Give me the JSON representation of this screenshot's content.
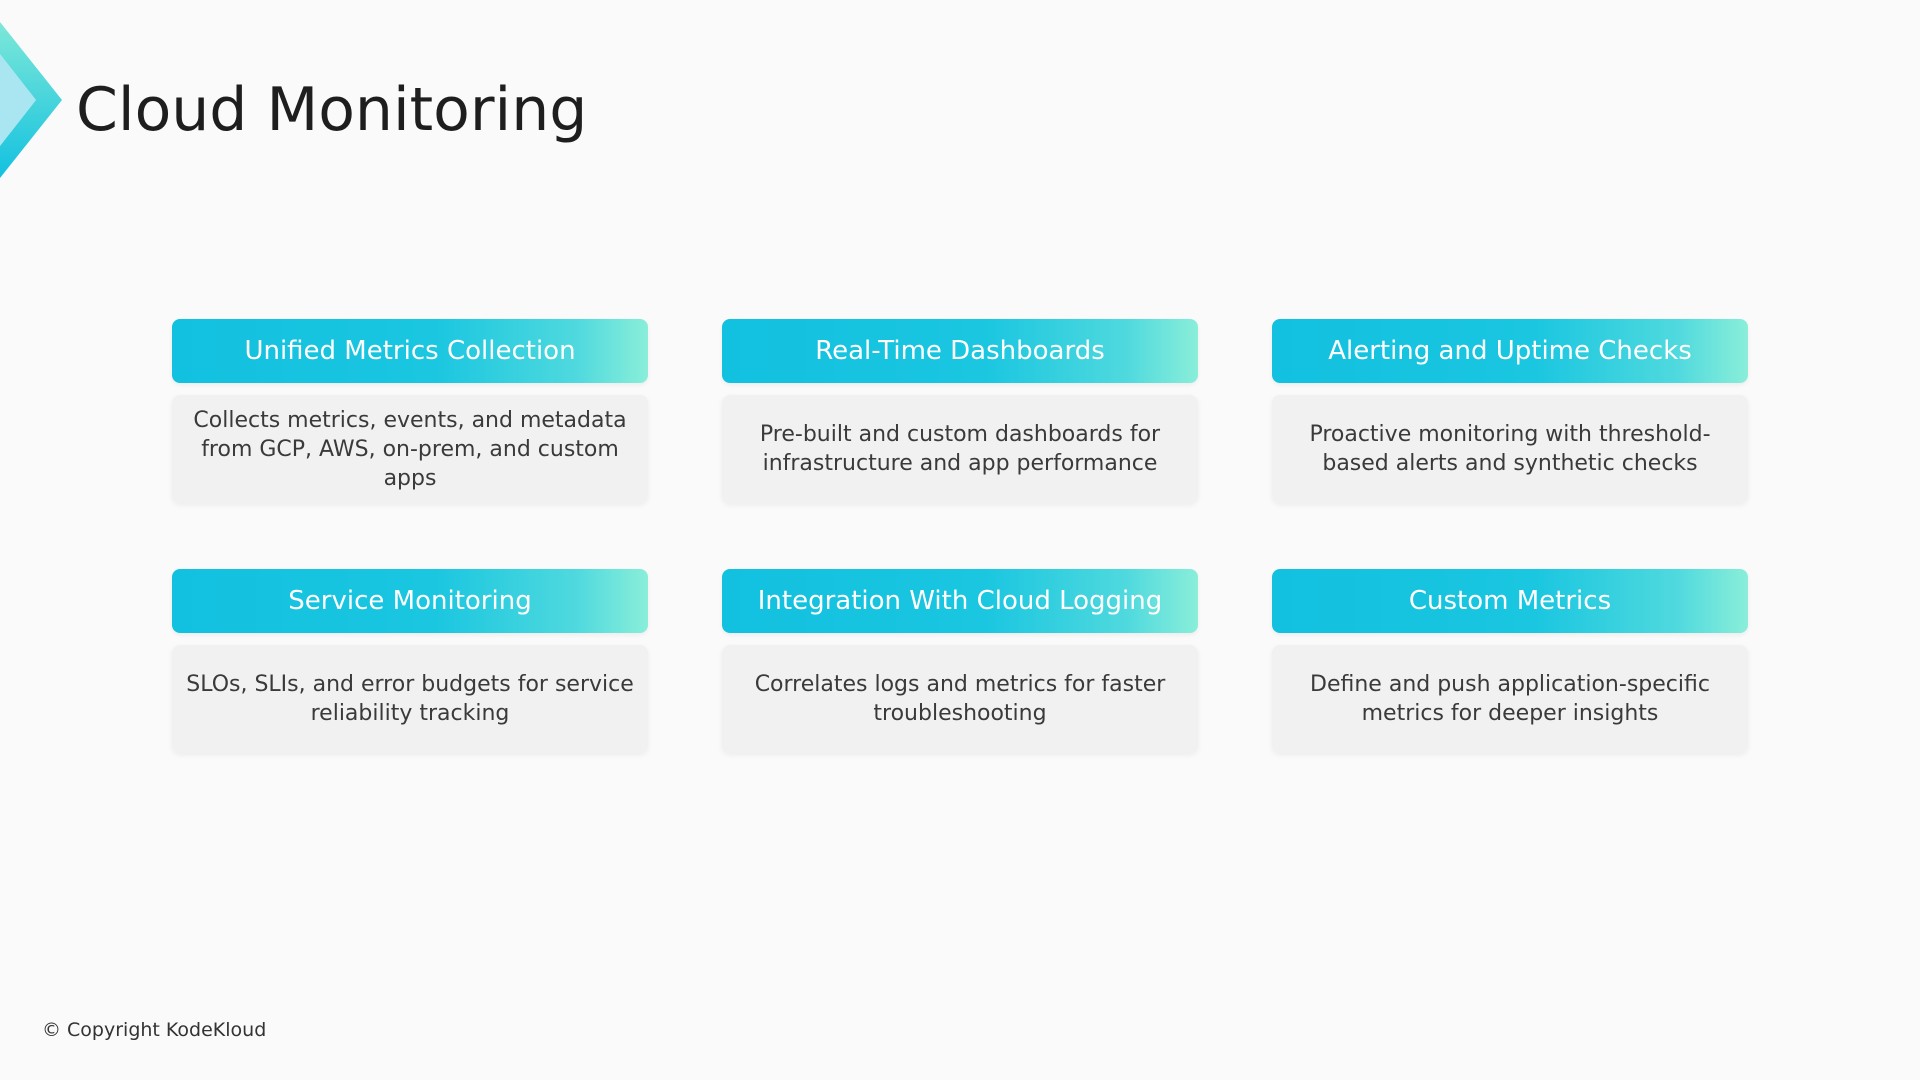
{
  "slide": {
    "title": "Cloud Monitoring",
    "accent_colors": {
      "chevron_top": "#7ee8d8",
      "chevron_bottom": "#12c1e0",
      "header_start": "#12c1e0",
      "header_end": "#8aeed9"
    },
    "cards": [
      {
        "heading": "Unified Metrics Collection",
        "description": "Collects metrics, events, and metadata from GCP, AWS, on-prem, and custom apps"
      },
      {
        "heading": "Real-Time Dashboards",
        "description": "Pre-built and custom dashboards for infrastructure and app performance"
      },
      {
        "heading": "Alerting and Uptime Checks",
        "description": "Proactive monitoring with threshold-based alerts and synthetic checks"
      },
      {
        "heading": "Service Monitoring",
        "description": "SLOs, SLIs, and error budgets for service reliability tracking"
      },
      {
        "heading": "Integration With Cloud Logging",
        "description": "Correlates logs and metrics for faster troubleshooting"
      },
      {
        "heading": "Custom Metrics",
        "description": "Define and push application-specific metrics for deeper insights"
      }
    ],
    "footer": "© Copyright KodeKloud"
  }
}
